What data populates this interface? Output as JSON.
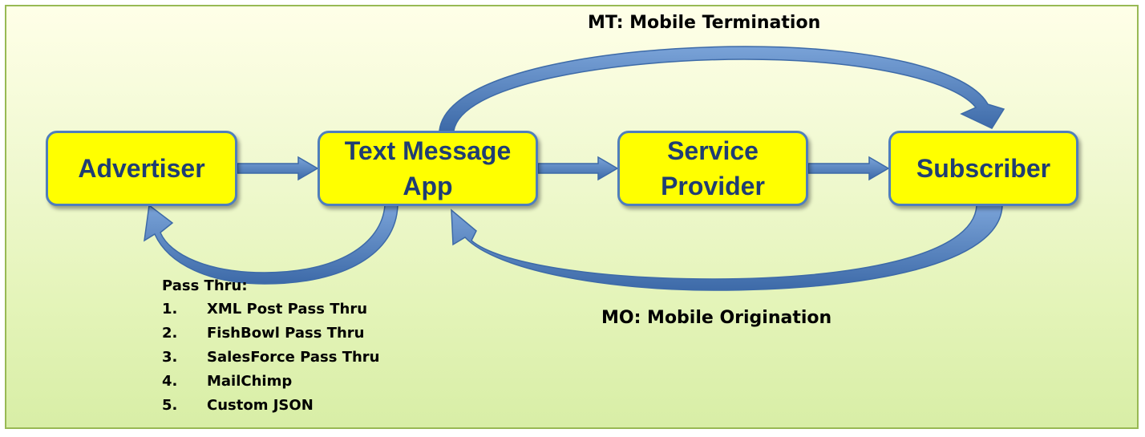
{
  "nodes": {
    "advertiser": "Advertiser",
    "text_message_app": "Text Message App",
    "service_provider": "Service Provider",
    "subscriber": "Subscriber"
  },
  "labels": {
    "mt": "MT: Mobile Termination",
    "mo": "MO: Mobile Origination"
  },
  "pass_thru": {
    "title": "Pass Thru:",
    "items": [
      {
        "num": "1.",
        "label": "XML Post Pass Thru"
      },
      {
        "num": "2.",
        "label": "FishBowl Pass Thru"
      },
      {
        "num": "3.",
        "label": "SalesForce Pass Thru"
      },
      {
        "num": "4.",
        "label": "MailChimp"
      },
      {
        "num": "5.",
        "label": "Custom JSON"
      }
    ]
  },
  "colors": {
    "node_fill": "#ffff00",
    "node_border": "#4f7ebd",
    "node_text": "#1f3d73",
    "arrow": "#4f7ebd",
    "background": "#e4f4b9"
  }
}
